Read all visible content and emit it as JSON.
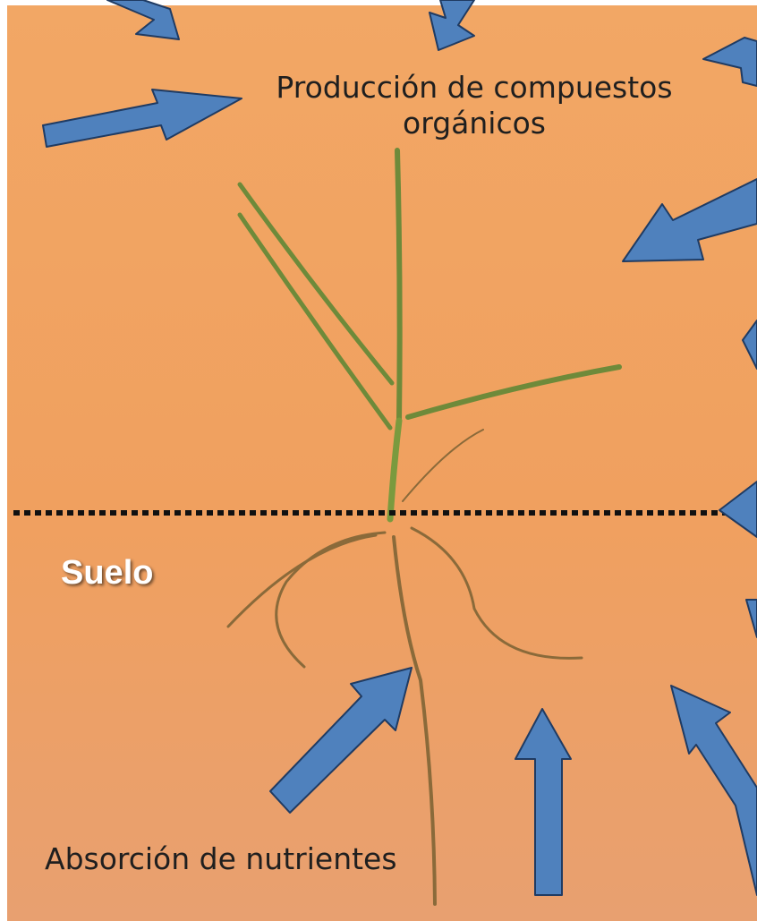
{
  "labels": {
    "production": "Producción de compuestos orgánicos",
    "absorption": "Absorción de nutrientes",
    "soil": "Suelo"
  },
  "colors": {
    "background": "#f0a362",
    "arrow_fill": "#4f81bd",
    "arrow_stroke": "#1f3b63",
    "soil_line": "#111111",
    "leaf": "#6e8a3a",
    "root": "#8a6a3a"
  }
}
